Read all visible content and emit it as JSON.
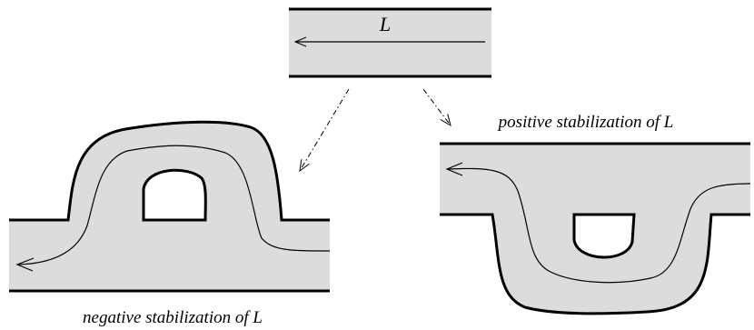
{
  "diagram": {
    "top_label": "L",
    "positive_caption": "positive stabilization of L",
    "negative_caption": "negative stabilization of L",
    "colors": {
      "band_fill": "#dcdcdc",
      "stroke": "#000000",
      "background": "#ffffff"
    }
  }
}
